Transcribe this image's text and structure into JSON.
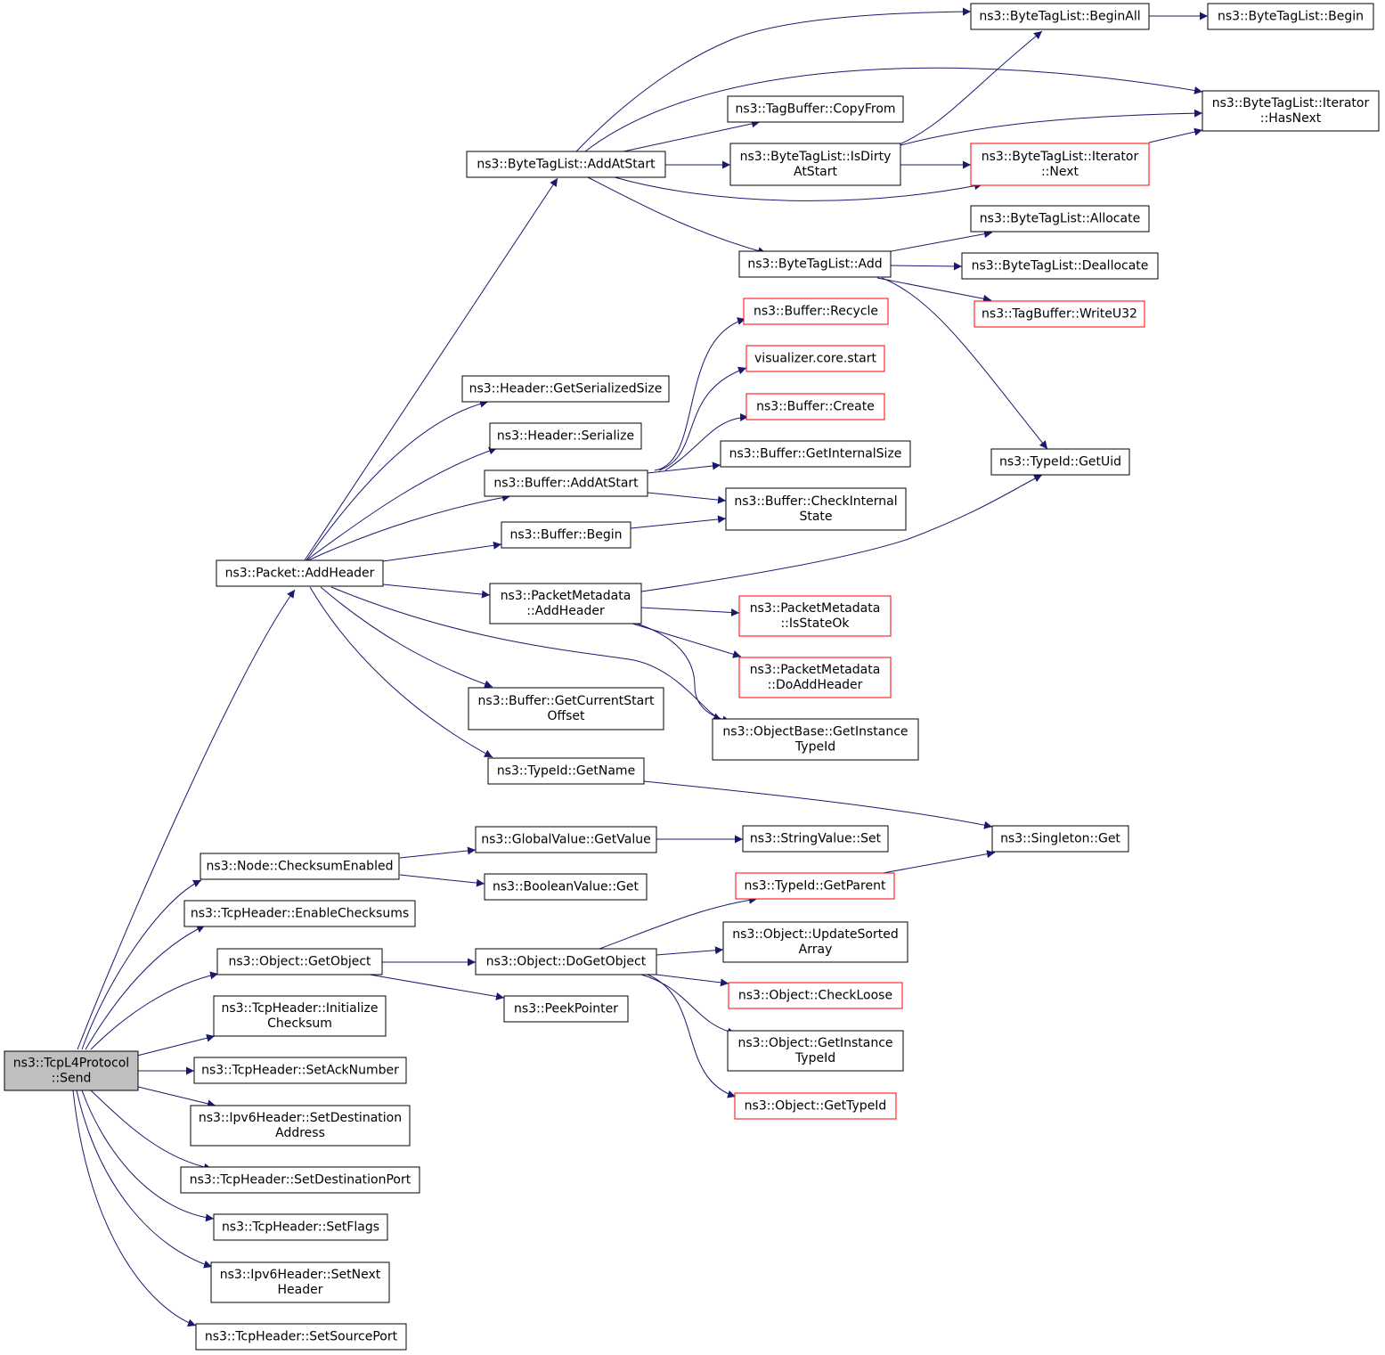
{
  "colors": {
    "edge": "#191970",
    "truncated_border": "#ff0000",
    "root_fill": "#bfbfbf"
  },
  "nodes": [
    {
      "id": "root",
      "lines": [
        "ns3::TcpL4Protocol",
        "::Send"
      ],
      "root": true
    },
    {
      "id": "packet_addheader",
      "lines": [
        "ns3::Packet::AddHeader"
      ]
    },
    {
      "id": "node_checksum",
      "lines": [
        "ns3::Node::ChecksumEnabled"
      ]
    },
    {
      "id": "tcp_enable",
      "lines": [
        "ns3::TcpHeader::EnableChecksums"
      ]
    },
    {
      "id": "obj_getobject",
      "lines": [
        "ns3::Object::GetObject"
      ]
    },
    {
      "id": "tcp_initcs",
      "lines": [
        "ns3::TcpHeader::Initialize",
        "Checksum"
      ]
    },
    {
      "id": "tcp_setack",
      "lines": [
        "ns3::TcpHeader::SetAckNumber"
      ]
    },
    {
      "id": "ipv6_setdest",
      "lines": [
        "ns3::Ipv6Header::SetDestination",
        "Address"
      ]
    },
    {
      "id": "tcp_setdestport",
      "lines": [
        "ns3::TcpHeader::SetDestinationPort"
      ]
    },
    {
      "id": "tcp_setflags",
      "lines": [
        "ns3::TcpHeader::SetFlags"
      ]
    },
    {
      "id": "ipv6_setnext",
      "lines": [
        "ns3::Ipv6Header::SetNext",
        "Header"
      ]
    },
    {
      "id": "tcp_setsrc",
      "lines": [
        "ns3::TcpHeader::SetSourcePort"
      ]
    },
    {
      "id": "btl_addatstart",
      "lines": [
        "ns3::ByteTagList::AddAtStart"
      ]
    },
    {
      "id": "hdr_getsersize",
      "lines": [
        "ns3::Header::GetSerializedSize"
      ]
    },
    {
      "id": "hdr_serialize",
      "lines": [
        "ns3::Header::Serialize"
      ]
    },
    {
      "id": "buf_addatstart",
      "lines": [
        "ns3::Buffer::AddAtStart"
      ]
    },
    {
      "id": "buf_begin",
      "lines": [
        "ns3::Buffer::Begin"
      ]
    },
    {
      "id": "pm_addheader",
      "lines": [
        "ns3::PacketMetadata",
        "::AddHeader"
      ]
    },
    {
      "id": "buf_curstart",
      "lines": [
        "ns3::Buffer::GetCurrentStart",
        "Offset"
      ]
    },
    {
      "id": "typeid_getname",
      "lines": [
        "ns3::TypeId::GetName"
      ]
    },
    {
      "id": "gv_getvalue",
      "lines": [
        "ns3::GlobalValue::GetValue"
      ]
    },
    {
      "id": "bool_get",
      "lines": [
        "ns3::BooleanValue::Get"
      ]
    },
    {
      "id": "obj_dogetobject",
      "lines": [
        "ns3::Object::DoGetObject"
      ]
    },
    {
      "id": "peekpointer",
      "lines": [
        "ns3::PeekPointer"
      ]
    },
    {
      "id": "btl_beginall",
      "lines": [
        "ns3::ByteTagList::BeginAll"
      ]
    },
    {
      "id": "btl_begin",
      "lines": [
        "ns3::ByteTagList::Begin"
      ]
    },
    {
      "id": "btl_iter_hasnext",
      "lines": [
        "ns3::ByteTagList::Iterator",
        "::HasNext"
      ]
    },
    {
      "id": "tagbuf_copyfrom",
      "lines": [
        "ns3::TagBuffer::CopyFrom"
      ]
    },
    {
      "id": "btl_isdirty",
      "lines": [
        "ns3::ByteTagList::IsDirty",
        "AtStart"
      ]
    },
    {
      "id": "btl_iter_next",
      "lines": [
        "ns3::ByteTagList::Iterator",
        "::Next"
      ],
      "truncated": true
    },
    {
      "id": "btl_add",
      "lines": [
        "ns3::ByteTagList::Add"
      ]
    },
    {
      "id": "btl_allocate",
      "lines": [
        "ns3::ByteTagList::Allocate"
      ]
    },
    {
      "id": "btl_deallocate",
      "lines": [
        "ns3::ByteTagList::Deallocate"
      ]
    },
    {
      "id": "tagbuf_writeu32",
      "lines": [
        "ns3::TagBuffer::WriteU32"
      ],
      "truncated": true
    },
    {
      "id": "buf_recycle",
      "lines": [
        "ns3::Buffer::Recycle"
      ],
      "truncated": true
    },
    {
      "id": "vis_start",
      "lines": [
        "visualizer.core.start"
      ],
      "truncated": true
    },
    {
      "id": "buf_create",
      "lines": [
        "ns3::Buffer::Create"
      ],
      "truncated": true
    },
    {
      "id": "buf_internalsize",
      "lines": [
        "ns3::Buffer::GetInternalSize"
      ]
    },
    {
      "id": "buf_checkinternal",
      "lines": [
        "ns3::Buffer::CheckInternal",
        "State"
      ]
    },
    {
      "id": "typeid_getuid",
      "lines": [
        "ns3::TypeId::GetUid"
      ]
    },
    {
      "id": "pm_isstateok",
      "lines": [
        "ns3::PacketMetadata",
        "::IsStateOk"
      ],
      "truncated": true
    },
    {
      "id": "pm_doaddheader",
      "lines": [
        "ns3::PacketMetadata",
        "::DoAddHeader"
      ],
      "truncated": true
    },
    {
      "id": "objbase_getinst",
      "lines": [
        "ns3::ObjectBase::GetInstance",
        "TypeId"
      ]
    },
    {
      "id": "singleton_get",
      "lines": [
        "ns3::Singleton::Get"
      ]
    },
    {
      "id": "strval_set",
      "lines": [
        "ns3::StringValue::Set"
      ]
    },
    {
      "id": "typeid_getparent",
      "lines": [
        "ns3::TypeId::GetParent"
      ],
      "truncated": true
    },
    {
      "id": "obj_updsorted",
      "lines": [
        "ns3::Object::UpdateSorted",
        "Array"
      ]
    },
    {
      "id": "obj_checkloose",
      "lines": [
        "ns3::Object::CheckLoose"
      ],
      "truncated": true
    },
    {
      "id": "obj_getinst",
      "lines": [
        "ns3::Object::GetInstance",
        "TypeId"
      ]
    },
    {
      "id": "obj_gettypeid",
      "lines": [
        "ns3::Object::GetTypeId"
      ],
      "truncated": true
    }
  ]
}
